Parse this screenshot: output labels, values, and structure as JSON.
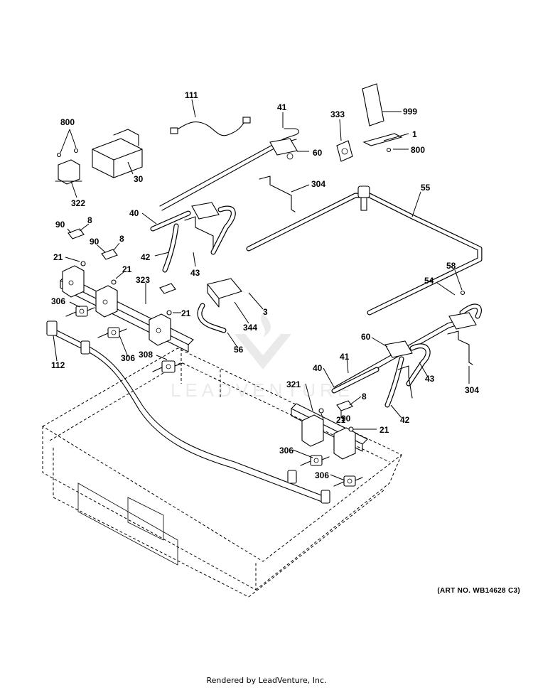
{
  "diagram": {
    "art_number": "(ART NO. WB14628 C3)",
    "footer": "Rendered by LeadVenture, Inc.",
    "watermark": "LEADVENTURE",
    "callouts": {
      "c111": "111",
      "c41a": "41",
      "c333": "333",
      "c999": "999",
      "c800a": "800",
      "c1": "1",
      "c800b": "800",
      "c60a": "60",
      "c30": "30",
      "c322": "322",
      "c304a": "304",
      "c55": "55",
      "c40a": "40",
      "c8a": "8",
      "c90a": "90",
      "c90b": "90",
      "c8b": "8",
      "c21a": "21",
      "c42a": "42",
      "c43a": "43",
      "c21b": "21",
      "c323": "323",
      "c58": "58",
      "c54": "54",
      "c306a": "306",
      "c21c": "21",
      "c3": "3",
      "c344": "344",
      "c56": "56",
      "c306b": "306",
      "c308": "308",
      "c60b": "60",
      "c41b": "41",
      "c112": "112",
      "c40b": "40",
      "c43b": "43",
      "c304b": "304",
      "c321": "321",
      "c8c": "8",
      "c90c": "90",
      "c42b": "42",
      "c21d": "21",
      "c21e": "21",
      "c306c": "306",
      "c306d": "306"
    }
  }
}
